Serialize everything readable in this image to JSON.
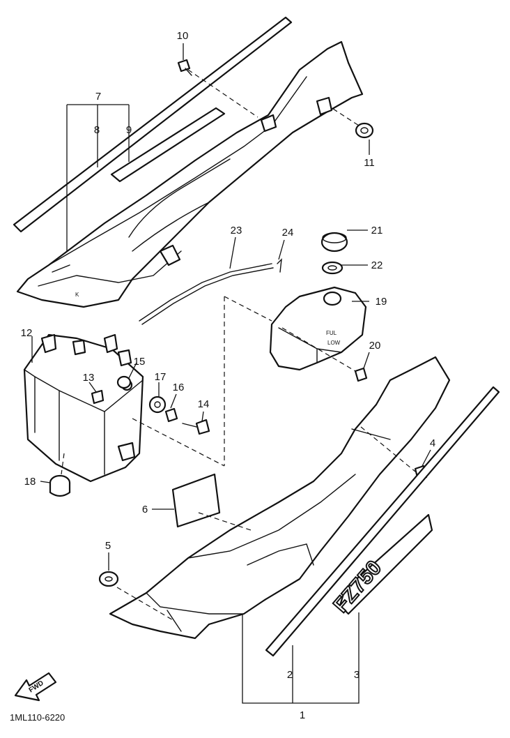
{
  "diagram": {
    "part_code": "1ML110-6220",
    "direction_label": "FWD",
    "emblem_text": "FZ750",
    "tank_marks": [
      "FUL",
      "LOW"
    ],
    "callouts": [
      {
        "id": "c1",
        "label": "1"
      },
      {
        "id": "c2",
        "label": "2"
      },
      {
        "id": "c3",
        "label": "3"
      },
      {
        "id": "c4",
        "label": "4"
      },
      {
        "id": "c5",
        "label": "5"
      },
      {
        "id": "c6",
        "label": "6"
      },
      {
        "id": "c7",
        "label": "7"
      },
      {
        "id": "c8",
        "label": "8"
      },
      {
        "id": "c9",
        "label": "9"
      },
      {
        "id": "c10",
        "label": "10"
      },
      {
        "id": "c11",
        "label": "11"
      },
      {
        "id": "c12",
        "label": "12"
      },
      {
        "id": "c13",
        "label": "13"
      },
      {
        "id": "c14",
        "label": "14"
      },
      {
        "id": "c15",
        "label": "15"
      },
      {
        "id": "c16",
        "label": "16"
      },
      {
        "id": "c17",
        "label": "17"
      },
      {
        "id": "c18",
        "label": "18"
      },
      {
        "id": "c19",
        "label": "19"
      },
      {
        "id": "c20",
        "label": "20"
      },
      {
        "id": "c21",
        "label": "21"
      },
      {
        "id": "c22",
        "label": "22"
      },
      {
        "id": "c23",
        "label": "23"
      },
      {
        "id": "c24",
        "label": "24"
      }
    ]
  }
}
